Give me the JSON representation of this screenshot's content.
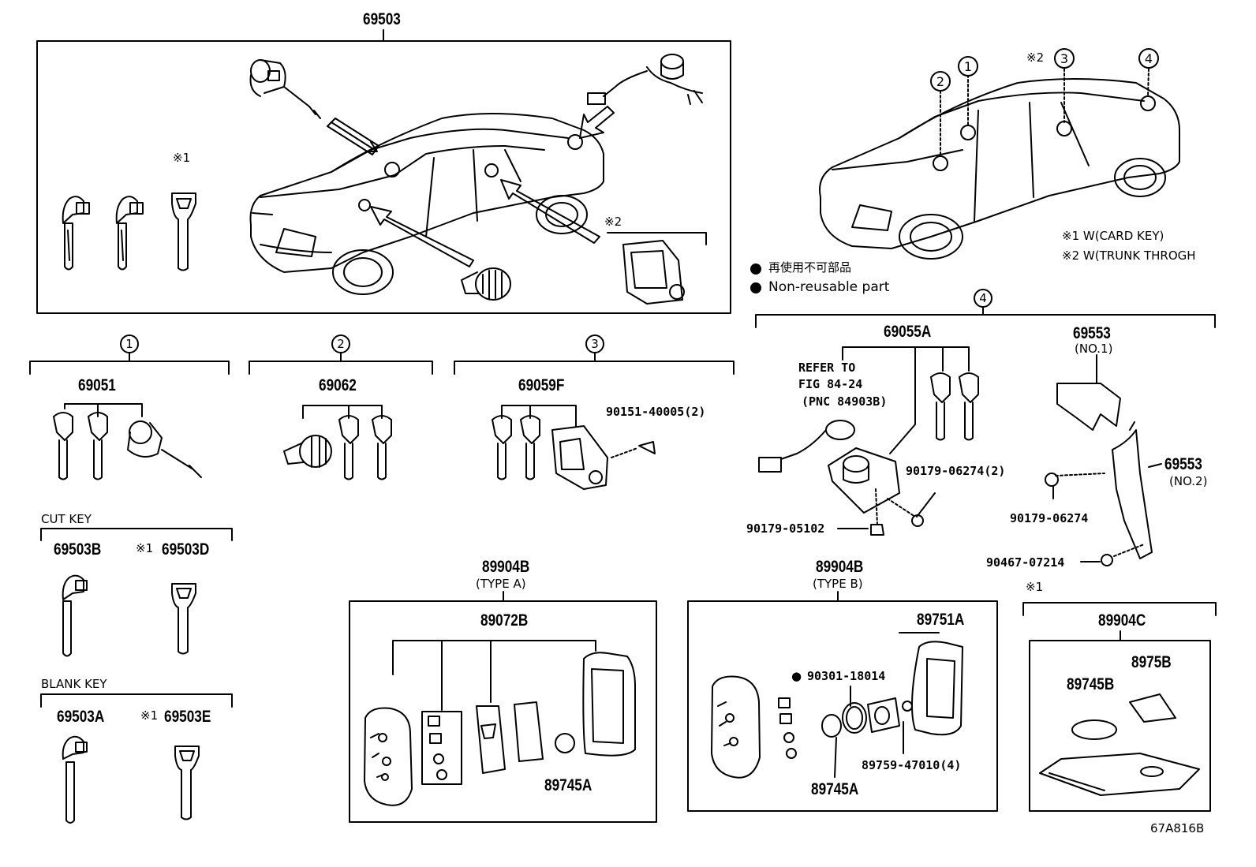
{
  "top_assembly": "69503",
  "circle_labels": [
    "1",
    "2",
    "3",
    "4"
  ],
  "ref_marks": {
    "m1": "※1",
    "m2": "※2"
  },
  "notes": {
    "card_key": "※1 W(CARD KEY)",
    "trunk": "※2 W(TRUNK THROGH",
    "nonreusable_jp": "再使用不可部品",
    "nonreusable_en": "Non-reusable part",
    "bullet": "●"
  },
  "group1": {
    "part": "69051"
  },
  "group2": {
    "part": "69062"
  },
  "group3": {
    "part": "69059F",
    "screw": "90151-40005(2)"
  },
  "group4": {
    "part": "69055A",
    "refer_line1": "REFER TO",
    "refer_line2": "FIG 84-24",
    "refer_line3": "(PNC 84903B)",
    "screw_a": "90179-06274(2)",
    "nut": "90179-05102",
    "bracket1": "69553",
    "bracket1_sub": "(NO.1)",
    "bracket2": "69553",
    "bracket2_sub": "(NO.2)",
    "nut2": "90179-06274",
    "bolt": "90467-07214"
  },
  "cut_key": {
    "title": "CUT KEY",
    "a": "69503B",
    "b": "69503D"
  },
  "blank_key": {
    "title": "BLANK KEY",
    "a": "69503A",
    "b": "69503E"
  },
  "type_a": {
    "part": "89904B",
    "sub": "(TYPE A)",
    "inner": "89072B",
    "battery": "89745A"
  },
  "type_b": {
    "part": "89904B",
    "sub": "(TYPE B)",
    "case": "89751A",
    "seal": "90301-18014",
    "screw": "89759-47010(4)",
    "battery": "89745A"
  },
  "card": {
    "part": "89904C",
    "battery": "89745B",
    "label": "8975B"
  },
  "figure_id": "67A816B"
}
